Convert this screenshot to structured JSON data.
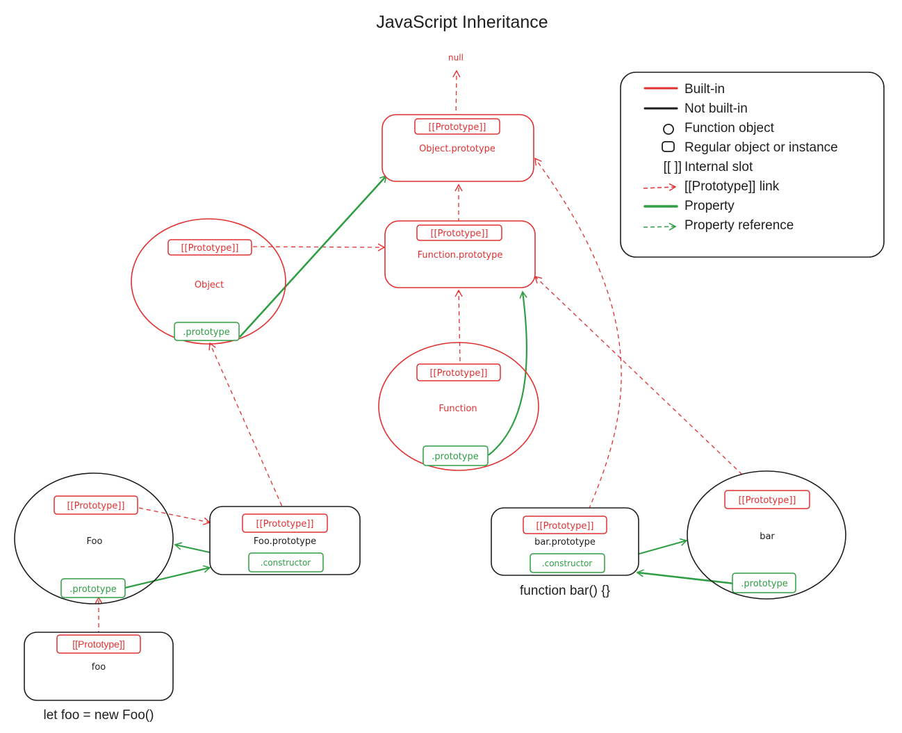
{
  "title": "JavaScript Inheritance",
  "colors": {
    "builtin": "#e03131",
    "user": "#1e1e1e",
    "property": "#2f9e44"
  },
  "nodes": {
    "null": {
      "label": "null"
    },
    "object_prototype": {
      "label": "Object.prototype",
      "slot": "[[Prototype]]"
    },
    "function_prototype": {
      "label": "Function.prototype",
      "slot": "[[Prototype]]"
    },
    "object": {
      "label": "Object",
      "slot": "[[Prototype]]",
      "prop": ".prototype"
    },
    "function": {
      "label": "Function",
      "slot": "[[Prototype]]",
      "prop": ".prototype"
    },
    "foo_ctor": {
      "label": "Foo",
      "slot": "[[Prototype]]",
      "prop": ".prototype"
    },
    "foo_prototype": {
      "label": "Foo.prototype",
      "slot": "[[Prototype]]",
      "prop": ".constructor"
    },
    "foo_instance": {
      "label": "foo",
      "slot": "[[Prototype]]"
    },
    "bar_prototype": {
      "label": "bar.prototype",
      "slot": "[[Prototype]]",
      "prop": ".constructor"
    },
    "bar": {
      "label": "bar",
      "slot": "[[Prototype]]",
      "prop": ".prototype"
    }
  },
  "captions": {
    "foo": "let foo = new Foo()",
    "bar": "function bar() {}"
  },
  "legend": {
    "items": [
      {
        "icon": "red-line-icon",
        "label": "Built-in"
      },
      {
        "icon": "black-line-icon",
        "label": "Not built-in"
      },
      {
        "icon": "circle-icon",
        "label": "Function object"
      },
      {
        "icon": "rounded-rect-icon",
        "label": "Regular object or instance"
      },
      {
        "icon": "brackets-icon",
        "symbol": "[[ ]]",
        "label": "Internal slot"
      },
      {
        "icon": "red-dashed-arrow-icon",
        "label": "[[Prototype]] link"
      },
      {
        "icon": "green-line-icon",
        "label": "Property"
      },
      {
        "icon": "green-dashed-arrow-icon",
        "label": "Property reference"
      }
    ]
  }
}
